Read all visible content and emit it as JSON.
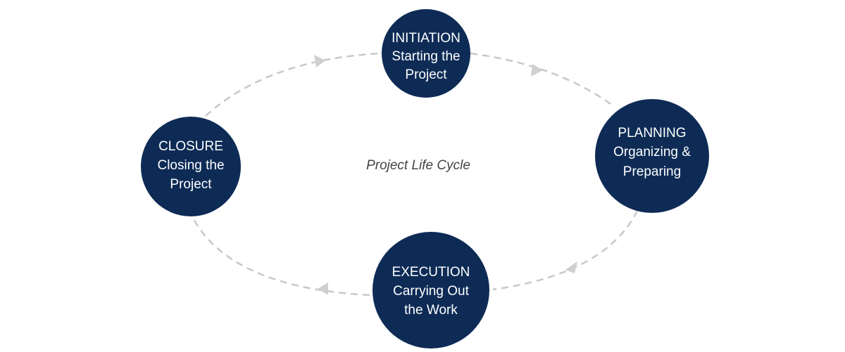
{
  "diagram": {
    "center_label": "Project Life Cycle",
    "colors": {
      "node_fill": "#0d2b55",
      "node_text": "#ffffff",
      "connector": "#c8c8c8",
      "center_text": "#444444"
    },
    "nodes": [
      {
        "id": "initiation",
        "title": "INITIATION",
        "line1": "Starting the",
        "line2": "Project"
      },
      {
        "id": "planning",
        "title": "PLANNING",
        "line1": "Organizing &",
        "line2": "Preparing"
      },
      {
        "id": "execution",
        "title": "EXECUTION",
        "line1": "Carrying Out",
        "line2": "the Work"
      },
      {
        "id": "closure",
        "title": "CLOSURE",
        "line1": "Closing the",
        "line2": "Project"
      }
    ],
    "flow": [
      "initiation",
      "planning",
      "execution",
      "closure",
      "initiation"
    ]
  }
}
